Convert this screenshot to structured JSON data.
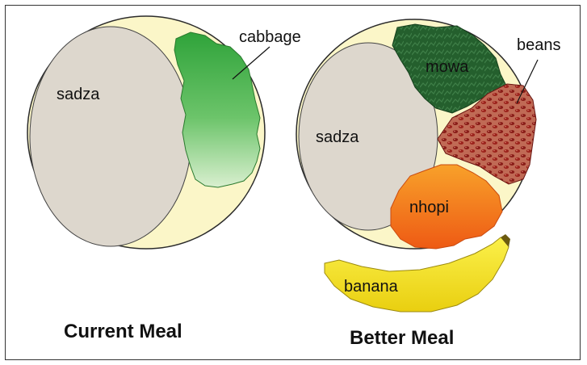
{
  "current_meal": {
    "title": "Current Meal",
    "foods": {
      "sadza": "sadza",
      "cabbage": "cabbage"
    }
  },
  "better_meal": {
    "title": "Better Meal",
    "foods": {
      "sadza": "sadza",
      "mowa": "mowa",
      "beans": "beans",
      "nhopi": "nhopi",
      "banana": "banana"
    }
  },
  "colors": {
    "plate": "#fbf6c8",
    "sadza": "#ddd7cd",
    "cabbage": "#3cae45",
    "mowa": "#1f5a2a",
    "beans": "#9b2a22",
    "nhopi": "#f07a1a",
    "banana": "#f2e21a",
    "text": "#111111"
  }
}
